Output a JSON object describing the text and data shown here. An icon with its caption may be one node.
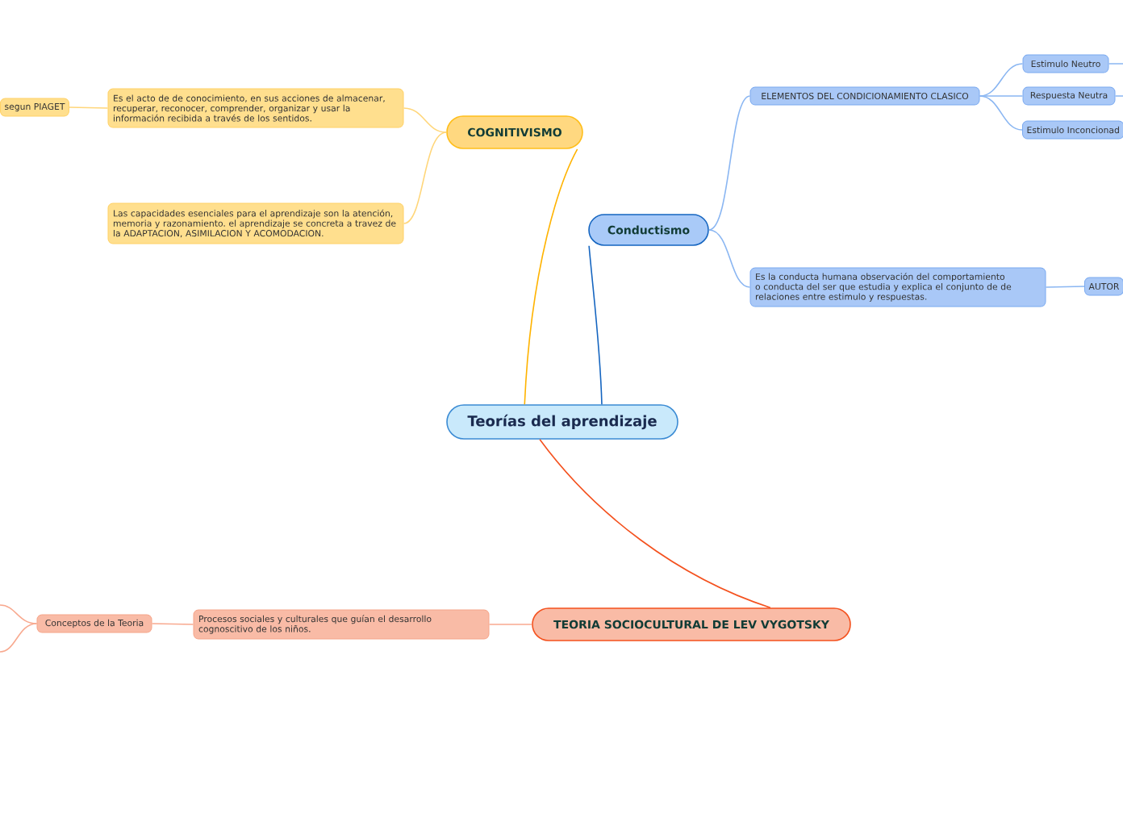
{
  "diagram": {
    "nodes": [
      {
        "text": [
          "Teorías del aprendizaje"
        ]
      },
      {
        "text": [
          "COGNITIVISMO"
        ]
      },
      {
        "text": [
          "Es el acto de de conocimiento, en sus acciones de almacenar, recuperar, reconocer, comprender, organizar y usar la información recibida a través de los sentidos."
        ]
      },
      {
        "text": [
          "segun PIAGET"
        ]
      },
      {
        "text": [
          "Las capacidades esenciales para el aprendizaje son la atención, memoria y razonamiento. el aprendizaje se concreta a travez de la ADAPTACION, ASIMILACION Y ACOMODACION."
        ]
      },
      {
        "text": [
          "Conductismo"
        ]
      },
      {
        "text": [
          "ELEMENTOS DEL CONDICIONAMIENTO CLASICO"
        ]
      },
      {
        "text": [
          "Estimulo Neutro"
        ]
      },
      {
        "text": [
          "Respuesta Neutra"
        ]
      },
      {
        "text": [
          "Estimulo Inconcionad"
        ]
      },
      {
        "text": [
          "Es la conducta humana observación del comportamiento o conducta del ser que estudia y explica el conjunto de de relaciones entre estimulo y respuestas."
        ]
      },
      {
        "text": [
          "AUTOR"
        ]
      },
      {
        "text": [
          "TEORIA SOCIOCULTURAL DE LEV VYGOTSKY"
        ]
      },
      {
        "text": [
          "Procesos sociales y culturales que guían el desarrollo cognoscitivo de los niños."
        ]
      },
      {
        "text": [
          "Conceptos de la Teoria"
        ]
      }
    ],
    "edges": [
      {
        "from": 0,
        "to": 1,
        "arrow": "none",
        "color": "#ffb300"
      },
      {
        "from": 0,
        "to": 5,
        "arrow": "none",
        "color": "#1565c0"
      },
      {
        "from": 0,
        "to": 12,
        "arrow": "none",
        "color": "#f4511e"
      },
      {
        "from": 1,
        "to": 2,
        "arrow": "none",
        "color": "#ffd67a"
      },
      {
        "from": 2,
        "to": 3,
        "arrow": "none",
        "color": "#ffd67a"
      },
      {
        "from": 1,
        "to": 4,
        "arrow": "none",
        "color": "#ffd67a"
      },
      {
        "from": 5,
        "to": 6,
        "arrow": "none",
        "color": "#8ab6f2"
      },
      {
        "from": 6,
        "to": 7,
        "arrow": "none",
        "color": "#8ab6f2"
      },
      {
        "from": 6,
        "to": 8,
        "arrow": "none",
        "color": "#8ab6f2"
      },
      {
        "from": 6,
        "to": 9,
        "arrow": "none",
        "color": "#8ab6f2"
      },
      {
        "from": 5,
        "to": 10,
        "arrow": "none",
        "color": "#8ab6f2"
      },
      {
        "from": 10,
        "to": 11,
        "arrow": "none",
        "color": "#8ab6f2"
      },
      {
        "from": 12,
        "to": 13,
        "arrow": "none",
        "color": "#f8a98f"
      },
      {
        "from": 13,
        "to": 14,
        "arrow": "none",
        "color": "#f8a98f"
      },
      {
        "from": 7,
        "to": null,
        "arrow": "none",
        "color": "#8ab6f2"
      },
      {
        "from": 8,
        "to": null,
        "arrow": "none",
        "color": "#8ab6f2"
      },
      {
        "from": 14,
        "to": null,
        "arrow": "none",
        "color": "#f8a98f"
      },
      {
        "from": 14,
        "to": null,
        "arrow": "none",
        "color": "#f8a98f"
      }
    ]
  }
}
